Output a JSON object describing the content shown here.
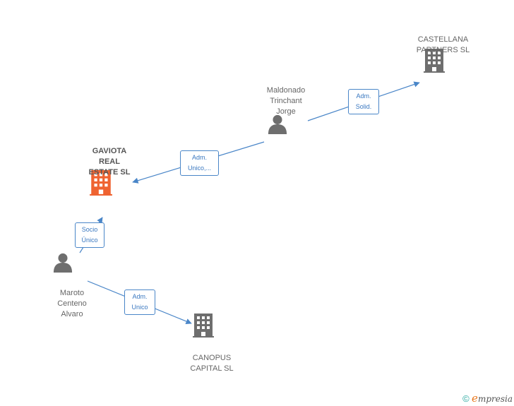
{
  "nodes": {
    "castellana": {
      "label_lines": [
        "CASTELLANA",
        "PARTNERS SL"
      ],
      "type": "company"
    },
    "maldonado": {
      "label_lines": [
        "Maldonado",
        "Trinchant",
        "Jorge"
      ],
      "type": "person"
    },
    "gaviota": {
      "label_lines": [
        "GAVIOTA",
        "REAL",
        "ESTATE SL"
      ],
      "type": "company",
      "highlight": true
    },
    "maroto": {
      "label_lines": [
        "Maroto",
        "Centeno",
        "Alvaro"
      ],
      "type": "person"
    },
    "canopus": {
      "label_lines": [
        "CANOPUS",
        "CAPITAL SL"
      ],
      "type": "company"
    }
  },
  "edges": [
    {
      "from": "maldonado",
      "to": "castellana",
      "label_lines": [
        "Adm.",
        "Solid."
      ]
    },
    {
      "from": "maldonado",
      "to": "gaviota",
      "label_lines": [
        "Adm.",
        "Unico,..."
      ]
    },
    {
      "from": "maroto",
      "to": "gaviota",
      "label_lines": [
        "Socio",
        "Único"
      ]
    },
    {
      "from": "maroto",
      "to": "canopus",
      "label_lines": [
        "Adm.",
        "Unico"
      ]
    }
  ],
  "colors": {
    "edge": "#4a86c8",
    "company": "#6e6e6e",
    "company_highlight": "#ef6331",
    "person": "#6e6e6e"
  },
  "brand": {
    "copyright": "©",
    "e": "e",
    "rest": "mpresia"
  }
}
